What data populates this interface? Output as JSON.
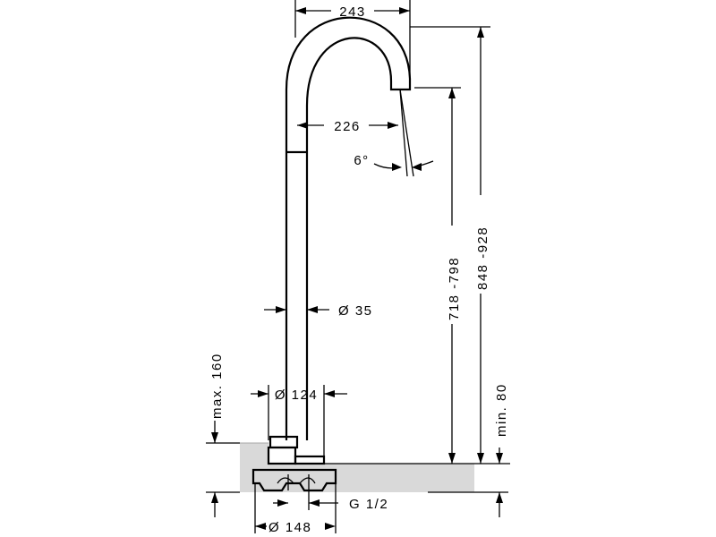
{
  "drawing": {
    "dimensions": {
      "spout_reach_outer": "243",
      "spout_reach_inner": "226",
      "spout_angle": "6°",
      "pipe_diameter": "Ø 35",
      "escutcheon_diameter": "Ø 124",
      "base_diameter": "Ø 148",
      "thread": "G 1/2",
      "max_deck": "max. 160",
      "spout_height": "718 -798",
      "total_height": "848 -928",
      "min_clearance": "min. 80"
    },
    "colors": {
      "line": "#000000",
      "deck_fill": "#d9d9d9",
      "deck_edge": "#a6a6a6",
      "background": "#ffffff"
    }
  }
}
